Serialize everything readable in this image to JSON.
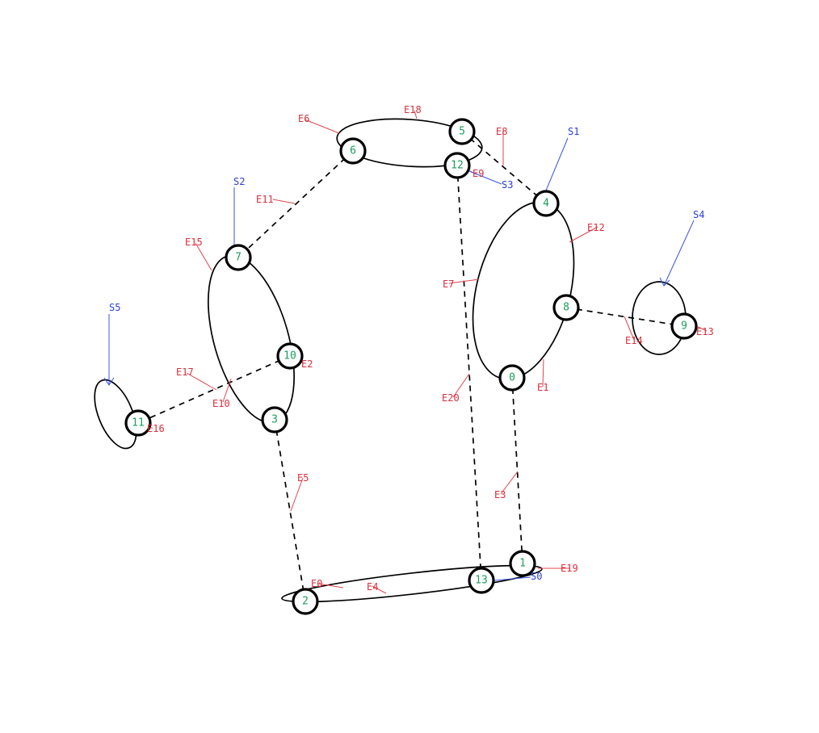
{
  "colors": {
    "node_text": "#1a9e5c",
    "edge_label": "#d9303d",
    "sensor": "#2a3ed6",
    "stroke": "#000000"
  },
  "nodes": [
    {
      "id": "0",
      "label": "0"
    },
    {
      "id": "1",
      "label": "1"
    },
    {
      "id": "2",
      "label": "2"
    },
    {
      "id": "3",
      "label": "3"
    },
    {
      "id": "4",
      "label": "4"
    },
    {
      "id": "5",
      "label": "5"
    },
    {
      "id": "6",
      "label": "6"
    },
    {
      "id": "7",
      "label": "7"
    },
    {
      "id": "8",
      "label": "8"
    },
    {
      "id": "9",
      "label": "9"
    },
    {
      "id": "10",
      "label": "10"
    },
    {
      "id": "11",
      "label": "11"
    },
    {
      "id": "12",
      "label": "12"
    },
    {
      "id": "13",
      "label": "13"
    }
  ],
  "edges": [
    {
      "id": "E0",
      "label": "E0",
      "from": "2",
      "to": "1",
      "style": "solid"
    },
    {
      "id": "E1",
      "label": "E1",
      "from": "8",
      "to": "0",
      "style": "solid"
    },
    {
      "id": "E2",
      "label": "E2",
      "from": "10",
      "to": "3",
      "style": "solid"
    },
    {
      "id": "E3",
      "label": "E3",
      "from": "0",
      "to": "1",
      "style": "dashed"
    },
    {
      "id": "E4",
      "label": "E4",
      "from": "2",
      "to": "13",
      "style": "solid"
    },
    {
      "id": "E5",
      "label": "E5",
      "from": "3",
      "to": "2",
      "style": "dashed"
    },
    {
      "id": "E6",
      "label": "E6",
      "from": "6",
      "to": "5",
      "style": "solid"
    },
    {
      "id": "E7",
      "label": "E7",
      "from": "0",
      "to": "4",
      "style": "solid"
    },
    {
      "id": "E8",
      "label": "E8",
      "from": "5",
      "to": "4",
      "style": "dashed"
    },
    {
      "id": "E9",
      "label": "E9",
      "from": "12",
      "to": "5",
      "style": "solid"
    },
    {
      "id": "E10",
      "label": "E10",
      "from": "3",
      "to": "7",
      "style": "solid"
    },
    {
      "id": "E11",
      "label": "E11",
      "from": "6",
      "to": "7",
      "style": "dashed"
    },
    {
      "id": "E12",
      "label": "E12",
      "from": "4",
      "to": "8",
      "style": "solid"
    },
    {
      "id": "E13",
      "label": "E13",
      "from": "9",
      "to": "9",
      "style": "solid"
    },
    {
      "id": "E14",
      "label": "E14",
      "from": "8",
      "to": "9",
      "style": "dashed"
    },
    {
      "id": "E15",
      "label": "E15",
      "from": "7",
      "to": "10",
      "style": "solid"
    },
    {
      "id": "E16",
      "label": "E16",
      "from": "11",
      "to": "11",
      "style": "solid"
    },
    {
      "id": "E17",
      "label": "E17",
      "from": "10",
      "to": "11",
      "style": "dashed"
    },
    {
      "id": "E18",
      "label": "E18",
      "from": "6",
      "to": "12",
      "style": "solid"
    },
    {
      "id": "E19",
      "label": "E19",
      "from": "1",
      "to": "13",
      "style": "solid"
    },
    {
      "id": "E20",
      "label": "E20",
      "from": "12",
      "to": "13",
      "style": "dashed"
    }
  ],
  "sensors": [
    {
      "id": "S0",
      "label": "S0",
      "node": "13"
    },
    {
      "id": "S1",
      "label": "S1",
      "node": "4"
    },
    {
      "id": "S2",
      "label": "S2",
      "node": "7"
    },
    {
      "id": "S3",
      "label": "S3",
      "node": "12"
    },
    {
      "id": "S4",
      "label": "S4",
      "node": "9"
    },
    {
      "id": "S5",
      "label": "S5",
      "node": "11"
    }
  ]
}
